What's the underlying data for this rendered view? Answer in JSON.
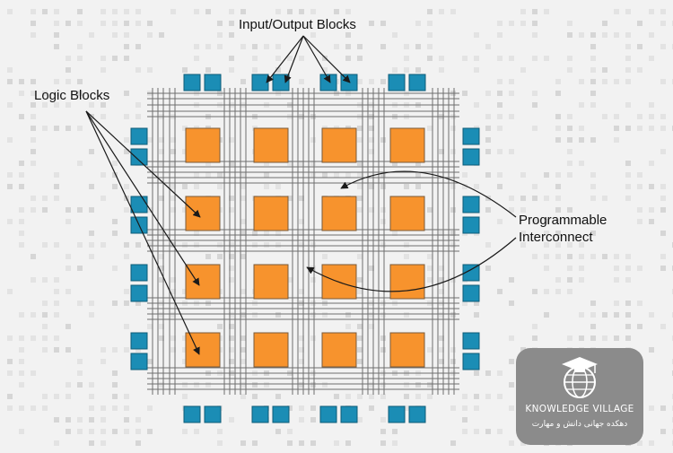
{
  "labels": {
    "io_blocks": "Input/Output Blocks",
    "logic_blocks": "Logic Blocks",
    "interconnect_line1": "Programmable",
    "interconnect_line2": "Interconnect"
  },
  "watermark": {
    "title": "KNOWLEDGE VILLAGE",
    "subtitle": "دهکده جهانی دانش و مهارت"
  },
  "colors": {
    "background": "#f2f2f2",
    "logic_block": "#f7932d",
    "logic_block_border": "#7a5b3a",
    "io_block": "#1b8db5",
    "io_block_border": "#0e5c78",
    "wire": "#6e6e6e",
    "arrow": "#1a1a1a",
    "watermark_bg": "#8b8b8b"
  },
  "diagram": {
    "logic_grid_rows": 4,
    "logic_grid_cols": 4,
    "io_pairs_per_side": 4,
    "icons": [
      "globe-icon",
      "graduation-cap-icon"
    ]
  }
}
